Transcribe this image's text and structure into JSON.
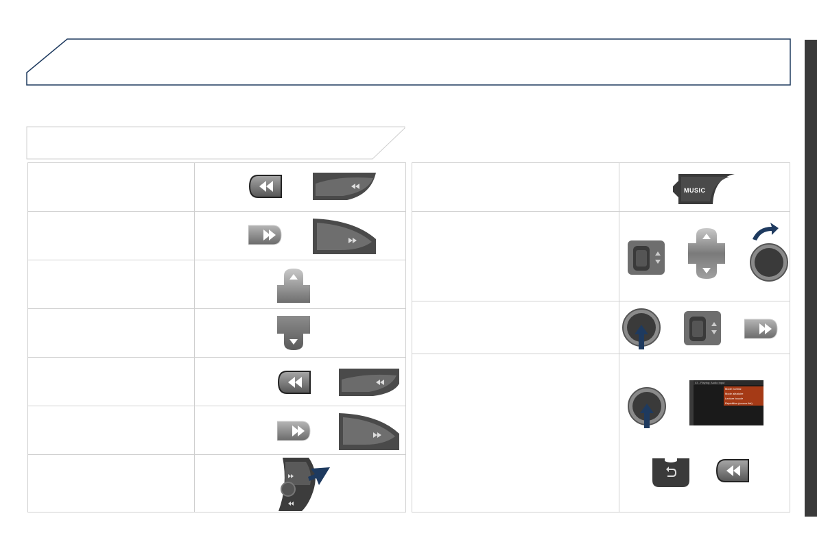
{
  "left_table": {
    "rows": [
      {
        "icons": [
          "rewind-button-icon",
          "steering-rewind-control-icon"
        ]
      },
      {
        "icons": [
          "fast-forward-button-icon",
          "steering-forward-control-icon"
        ]
      },
      {
        "icons": [
          "up-arrow-button-icon"
        ]
      },
      {
        "icons": [
          "down-arrow-button-icon"
        ]
      },
      {
        "icons": [
          "rewind-button-icon",
          "steering-rewind-control-icon"
        ]
      },
      {
        "icons": [
          "fast-forward-button-icon",
          "steering-forward-control-icon"
        ]
      },
      {
        "icons": [
          "steering-stalk-icon",
          "pointer-arrow-icon"
        ]
      }
    ]
  },
  "right_table": {
    "music_button": {
      "label": "MUSIC"
    },
    "screen_menu": {
      "title": "03 - Playing: Audio Input",
      "items": [
        "Mode normal",
        "Mode aléatoire",
        "Lecture boucle",
        "Répétition (source list)"
      ]
    },
    "colors": {
      "accent_navy": "#1e3a5f",
      "button_gray": "#7c7c7c",
      "menu_highlight": "#a53a16"
    }
  }
}
